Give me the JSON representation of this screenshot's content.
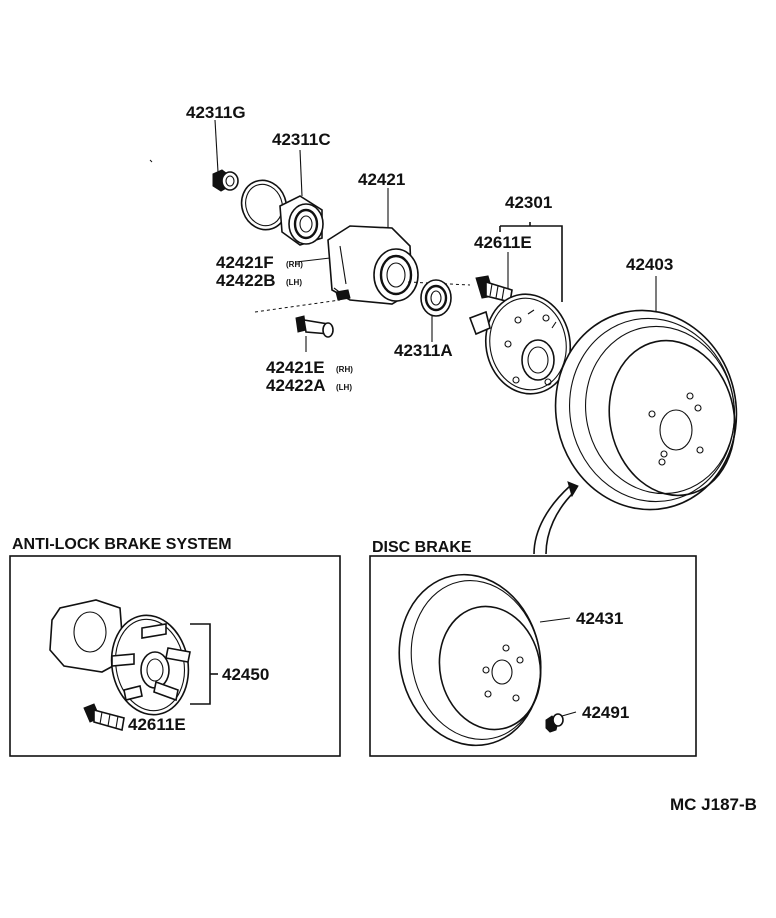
{
  "labels": {
    "p42311G": "42311G",
    "p42311C": "42311C",
    "p42421": "42421",
    "p42301": "42301",
    "p42611E": "42611E",
    "p42403": "42403",
    "p42421F": "42421F",
    "p42421F_side": "(RH)",
    "p42422B": "42422B",
    "p42422B_side": "(LH)",
    "p42311A": "42311A",
    "p42421E": "42421E",
    "p42421E_side": "(RH)",
    "p42422A": "42422A",
    "p42422A_side": "(LH)"
  },
  "abs_box": {
    "title": "ANTI-LOCK BRAKE SYSTEM",
    "p42450": "42450",
    "p42611E": "42611E"
  },
  "disc_box": {
    "title": "DISC BRAKE",
    "p42431": "42431",
    "p42491": "42491"
  },
  "diagram_code": "MC J187-B"
}
